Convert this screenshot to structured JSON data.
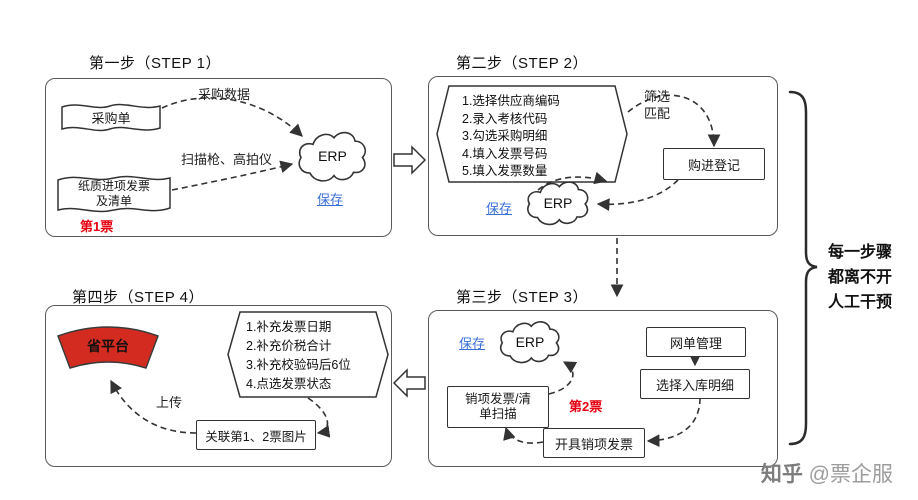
{
  "step1": {
    "title": "第一步（STEP 1）",
    "purchase_order": "采购单",
    "purchase_data": "采购数据",
    "erp": "ERP",
    "paper_invoice_l1": "纸质进项发票",
    "paper_invoice_l2": "及清单",
    "scanner": "扫描枪、高拍仪",
    "save": "保存",
    "ticket": "第1票"
  },
  "step2": {
    "title": "第二步（STEP 2）",
    "items": [
      "1.选择供应商编码",
      "2.录入考核代码",
      "3.勾选采购明细",
      "4.填入发票号码",
      "5.填入发票数量"
    ],
    "filter_l1": "筛选",
    "filter_l2": "匹配",
    "register": "购进登记",
    "erp": "ERP",
    "save": "保存"
  },
  "step3": {
    "title": "第三步（STEP 3）",
    "save": "保存",
    "erp": "ERP",
    "net_order": "网单管理",
    "warehouse": "选择入库明细",
    "scan_l1": "销项发票/清",
    "scan_l2": "单扫描",
    "ticket": "第2票",
    "issue": "开具销项发票"
  },
  "step4": {
    "title": "第四步（STEP 4）",
    "platform": "省平台",
    "items": [
      "1.补充发票日期",
      "2.补充价税合计",
      "3.补充校验码后6位",
      "4.点选发票状态"
    ],
    "upload": "上传",
    "link": "关联第1、2票图片"
  },
  "note": {
    "l1": "每一步骤",
    "l2": "都离不开",
    "l3": "人工干预"
  },
  "watermark": {
    "brand": "知乎",
    "account": "@票企服"
  },
  "colors": {
    "red": "#e60012",
    "blue": "#3a6fd8",
    "platform_fill": "#d42b20",
    "line": "#333333"
  }
}
